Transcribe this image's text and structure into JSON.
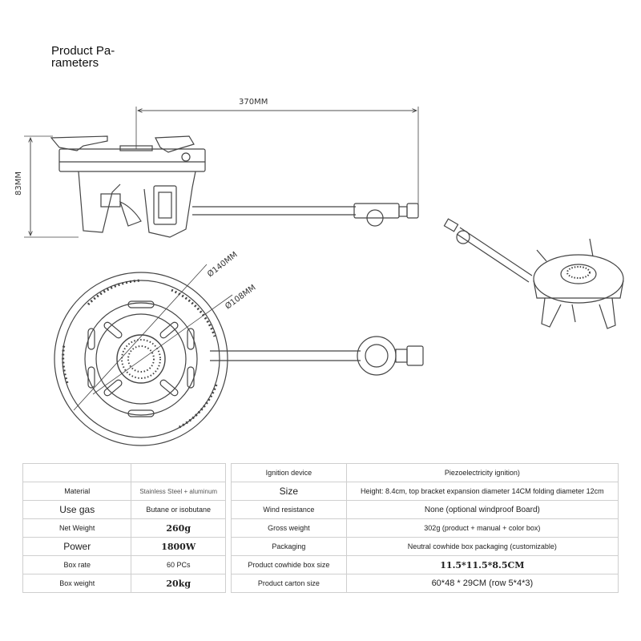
{
  "title": {
    "line1": "Product Pa-",
    "line2": "rameters"
  },
  "drawing": {
    "length_label": "370MM",
    "height_label": "83MM",
    "diameter_outer_label": "Ø140MM",
    "diameter_inner_label": "Ø108MM"
  },
  "left_table": [
    {
      "label": "Material",
      "value": "Stainless Steel + aluminum"
    },
    {
      "label": "Use gas",
      "value": "Butane or isobutane"
    },
    {
      "label": "Net Weight",
      "value": "260g"
    },
    {
      "label": "Power",
      "value": "1800W"
    },
    {
      "label": "Box rate",
      "value": "60 PCs"
    },
    {
      "label": "Box weight",
      "value": "20kg"
    }
  ],
  "right_table": [
    {
      "label": "Ignition device",
      "value": "Piezoelectricity ignition)"
    },
    {
      "label": "Size",
      "value": "Height: 8.4cm, top bracket expansion diameter 14CM folding diameter 12cm"
    },
    {
      "label": "Wind resistance",
      "value": "None (optional windproof Board)"
    },
    {
      "label": "Gross weight",
      "value": "302g (product + manual + color box)"
    },
    {
      "label": "Packaging",
      "value": "Neutral cowhide box packaging (customizable)"
    },
    {
      "label": "Product cowhide box size",
      "value": "11.5*11.5*8.5CM"
    },
    {
      "label": "Product carton size",
      "value": "60*48 * 29CM (row 5*4*3)"
    }
  ]
}
